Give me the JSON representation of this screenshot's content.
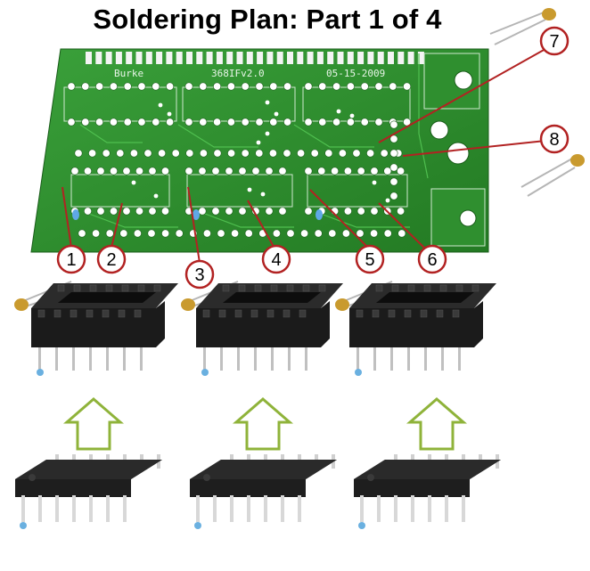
{
  "title": "Soldering Plan: Part 1 of 4",
  "pcb": {
    "label_left": "Burke",
    "label_mid": "368IFv2.0",
    "label_right": "05-15-2009"
  },
  "callouts": [
    "1",
    "2",
    "3",
    "4",
    "5",
    "6",
    "7",
    "8"
  ],
  "colors": {
    "pcb_green": "#2e8b2e",
    "callout_border": "#b22222",
    "arrow_outline": "#8fb33a",
    "chip_black": "#1e1e1e"
  }
}
